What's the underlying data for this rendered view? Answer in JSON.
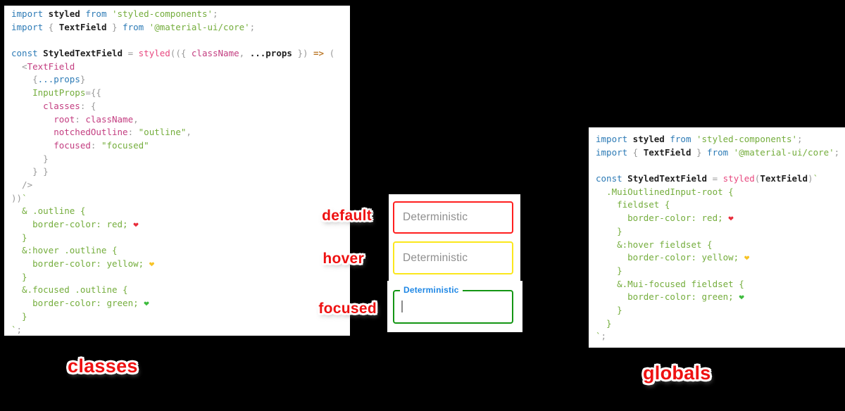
{
  "page": {
    "background": "#000000"
  },
  "colors": {
    "annotation_red": "#ee1111",
    "field_border_red": "#ff1f1f",
    "field_border_yellow": "#fbe71c",
    "field_border_green": "#149614",
    "notch_label_blue": "#1e87e5",
    "placeholder_gray": "#8f8f8f"
  },
  "token_colors": {
    "kw": {
      "color": "#2d7bb6"
    },
    "id": {
      "color": "#1f1f1f",
      "bold": true
    },
    "fn": {
      "color": "#e8487f"
    },
    "prop": {
      "color": "#c33d80"
    },
    "str": {
      "color": "#74ad3c"
    },
    "pun": {
      "color": "#9a9a9a"
    },
    "op": {
      "color": "#bd7c2f",
      "bold": true
    },
    "hr": {
      "color": "#e82c3a"
    },
    "hy": {
      "color": "#f7c325"
    },
    "hg": {
      "color": "#3dbb3d"
    }
  },
  "left_code": {
    "caption": "classes",
    "lines": [
      [
        {
          "t": "import",
          "c": "kw"
        },
        {
          "t": " styled",
          "c": "id"
        },
        {
          "t": " from",
          "c": "kw"
        },
        {
          "t": " 'styled-components'",
          "c": "str"
        },
        {
          "t": ";",
          "c": "pun"
        }
      ],
      [
        {
          "t": "import",
          "c": "kw"
        },
        {
          "t": " { ",
          "c": "pun"
        },
        {
          "t": "TextField",
          "c": "id"
        },
        {
          "t": " } ",
          "c": "pun"
        },
        {
          "t": "from",
          "c": "kw"
        },
        {
          "t": " '@material-ui/core'",
          "c": "str"
        },
        {
          "t": ";",
          "c": "pun"
        }
      ],
      [],
      [
        {
          "t": "const",
          "c": "kw"
        },
        {
          "t": " StyledTextField",
          "c": "id"
        },
        {
          "t": " = ",
          "c": "pun"
        },
        {
          "t": "styled",
          "c": "fn"
        },
        {
          "t": "(({ ",
          "c": "pun"
        },
        {
          "t": "className",
          "c": "prop"
        },
        {
          "t": ", ",
          "c": "pun"
        },
        {
          "t": "...props",
          "c": "id"
        },
        {
          "t": " }) ",
          "c": "pun"
        },
        {
          "t": "=>",
          "c": "op"
        },
        {
          "t": " (",
          "c": "pun"
        }
      ],
      [
        {
          "t": "  <",
          "c": "pun"
        },
        {
          "t": "TextField",
          "c": "prop"
        }
      ],
      [
        {
          "t": "    {",
          "c": "pun"
        },
        {
          "t": "...props",
          "c": "kw"
        },
        {
          "t": "}",
          "c": "pun"
        }
      ],
      [
        {
          "t": "    InputProps",
          "c": "str"
        },
        {
          "t": "={{",
          "c": "pun"
        }
      ],
      [
        {
          "t": "      classes",
          "c": "prop"
        },
        {
          "t": ": {",
          "c": "pun"
        }
      ],
      [
        {
          "t": "        root",
          "c": "prop"
        },
        {
          "t": ": ",
          "c": "pun"
        },
        {
          "t": "className",
          "c": "prop"
        },
        {
          "t": ",",
          "c": "pun"
        }
      ],
      [
        {
          "t": "        notchedOutline",
          "c": "prop"
        },
        {
          "t": ": ",
          "c": "pun"
        },
        {
          "t": "\"outline\"",
          "c": "str"
        },
        {
          "t": ",",
          "c": "pun"
        }
      ],
      [
        {
          "t": "        focused",
          "c": "prop"
        },
        {
          "t": ": ",
          "c": "pun"
        },
        {
          "t": "\"focused\"",
          "c": "str"
        }
      ],
      [
        {
          "t": "      }",
          "c": "pun"
        }
      ],
      [
        {
          "t": "    } }",
          "c": "pun"
        }
      ],
      [
        {
          "t": "  />",
          "c": "pun"
        }
      ],
      [
        {
          "t": "))",
          "c": "pun"
        },
        {
          "t": "`",
          "c": "str"
        }
      ],
      [
        {
          "t": "  & .outline {",
          "c": "str"
        }
      ],
      [
        {
          "t": "    border-color: red; ",
          "c": "str"
        },
        {
          "t": "❤",
          "c": "hr"
        }
      ],
      [
        {
          "t": "  }",
          "c": "str"
        }
      ],
      [
        {
          "t": "  &:hover .outline {",
          "c": "str"
        }
      ],
      [
        {
          "t": "    border-color: yellow; ",
          "c": "str"
        },
        {
          "t": "❤",
          "c": "hy"
        }
      ],
      [
        {
          "t": "  }",
          "c": "str"
        }
      ],
      [
        {
          "t": "  &.focused .outline {",
          "c": "str"
        }
      ],
      [
        {
          "t": "    border-color: green; ",
          "c": "str"
        },
        {
          "t": "❤",
          "c": "hg"
        }
      ],
      [
        {
          "t": "  }",
          "c": "str"
        }
      ],
      [
        {
          "t": "`",
          "c": "str"
        },
        {
          "t": ";",
          "c": "pun"
        }
      ]
    ]
  },
  "right_code": {
    "caption": "globals",
    "lines": [
      [
        {
          "t": "import",
          "c": "kw"
        },
        {
          "t": " styled",
          "c": "id"
        },
        {
          "t": " from",
          "c": "kw"
        },
        {
          "t": " 'styled-components'",
          "c": "str"
        },
        {
          "t": ";",
          "c": "pun"
        }
      ],
      [
        {
          "t": "import",
          "c": "kw"
        },
        {
          "t": " { ",
          "c": "pun"
        },
        {
          "t": "TextField",
          "c": "id"
        },
        {
          "t": " } ",
          "c": "pun"
        },
        {
          "t": "from",
          "c": "kw"
        },
        {
          "t": " '@material-ui/core'",
          "c": "str"
        },
        {
          "t": ";",
          "c": "pun"
        }
      ],
      [],
      [
        {
          "t": "const",
          "c": "kw"
        },
        {
          "t": " StyledTextField",
          "c": "id"
        },
        {
          "t": " = ",
          "c": "pun"
        },
        {
          "t": "styled",
          "c": "fn"
        },
        {
          "t": "(",
          "c": "pun"
        },
        {
          "t": "TextField",
          "c": "id"
        },
        {
          "t": ")",
          "c": "pun"
        },
        {
          "t": "`",
          "c": "str"
        }
      ],
      [
        {
          "t": "  .MuiOutlinedInput-root {",
          "c": "str"
        }
      ],
      [
        {
          "t": "    fieldset {",
          "c": "str"
        }
      ],
      [
        {
          "t": "      border-color: red; ",
          "c": "str"
        },
        {
          "t": "❤",
          "c": "hr"
        }
      ],
      [
        {
          "t": "    }",
          "c": "str"
        }
      ],
      [
        {
          "t": "    &:hover fieldset {",
          "c": "str"
        }
      ],
      [
        {
          "t": "      border-color: yellow; ",
          "c": "str"
        },
        {
          "t": "❤",
          "c": "hy"
        }
      ],
      [
        {
          "t": "    }",
          "c": "str"
        }
      ],
      [
        {
          "t": "    &.Mui-focused fieldset {",
          "c": "str"
        }
      ],
      [
        {
          "t": "      border-color: green; ",
          "c": "str"
        },
        {
          "t": "❤",
          "c": "hg"
        }
      ],
      [
        {
          "t": "    }",
          "c": "str"
        }
      ],
      [
        {
          "t": "  }",
          "c": "str"
        }
      ],
      [
        {
          "t": "`",
          "c": "str"
        },
        {
          "t": ";",
          "c": "pun"
        }
      ]
    ]
  },
  "fields_demo": {
    "default_field": {
      "label": "default",
      "placeholder": "Deterministic",
      "border_style": "border-color:#ff1f1f"
    },
    "hover_field": {
      "label": "hover",
      "placeholder": "Deterministic",
      "border_style": "border-color:#fbe71c"
    },
    "focused_field": {
      "label": "focused",
      "notch_label": "Deterministic",
      "border_style": "border-color:#149614"
    }
  }
}
